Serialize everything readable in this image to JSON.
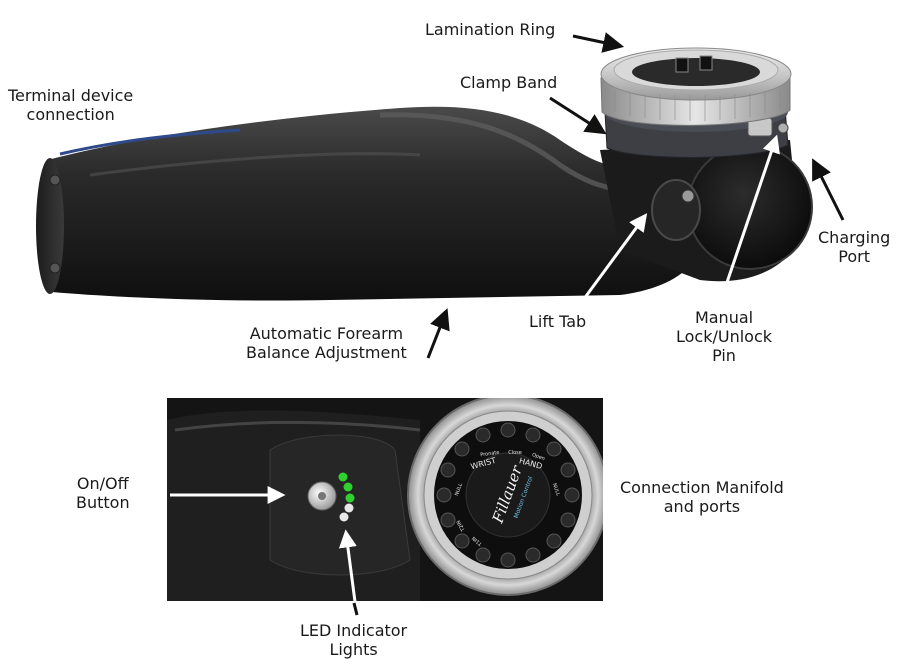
{
  "labels": {
    "lamination_ring": [
      "Lamination Ring"
    ],
    "clamp_band": [
      "Clamp Band"
    ],
    "terminal_device": [
      "Terminal device",
      "connection"
    ],
    "charging_port": [
      "Charging",
      "Port"
    ],
    "forearm_balance": [
      "Automatic Forearm",
      "Balance Adjustment"
    ],
    "lift_tab": [
      "Lift Tab"
    ],
    "manual_pin": [
      "Manual",
      "Lock/Unlock",
      "Pin"
    ],
    "on_off": [
      "On/Off",
      "Button"
    ],
    "connection_manifold": [
      "Connection Manifold",
      "and ports"
    ],
    "led_lights": [
      "LED Indicator",
      "Lights"
    ]
  },
  "manifold": {
    "brand": "Fillauer",
    "sub": "Motion Control",
    "ring_labels": [
      "WRIST",
      "HAND",
      "Pronate",
      "Close",
      "Open",
      "NULL",
      "NULL",
      "T1IN",
      "T2IN"
    ]
  },
  "colors": {
    "led_on": "#2fd12f",
    "led_off": "#e8e8e8",
    "arrow": "#111111"
  }
}
